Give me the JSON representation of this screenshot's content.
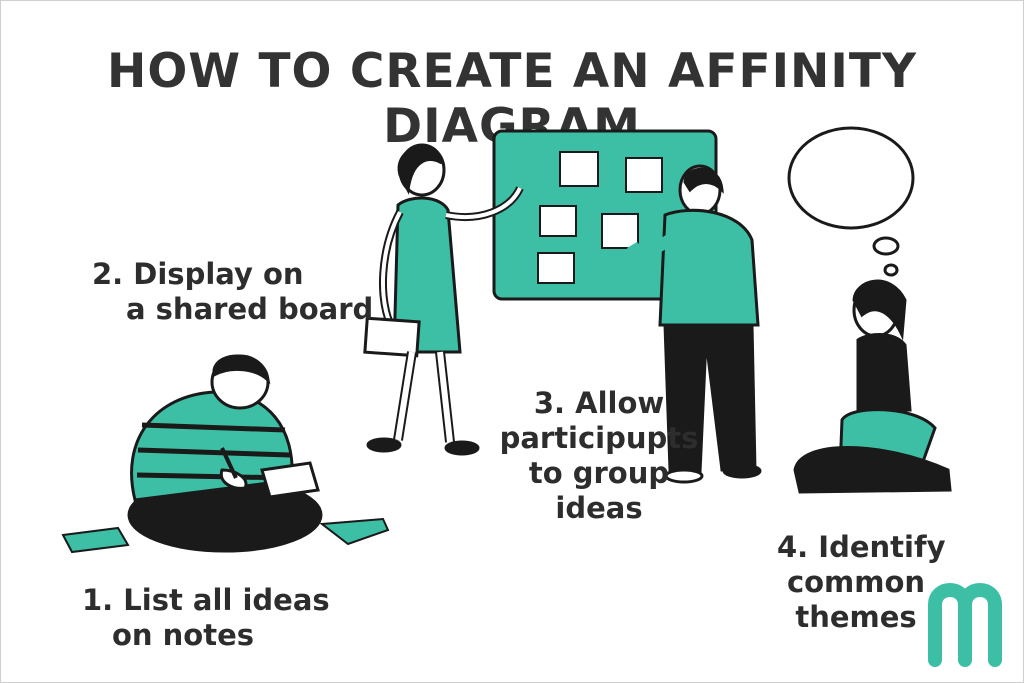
{
  "title": "HOW TO CREATE AN AFFINITY DIAGRAM",
  "steps": [
    {
      "line1": "1. List all ideas",
      "line2": "on notes"
    },
    {
      "line1": "2. Display on",
      "line2": "a shared board"
    },
    {
      "line1": "3. Allow",
      "line2": "participupts",
      "line3": "to group",
      "line4": "ideas"
    },
    {
      "line1": "4. Identify",
      "line2": "common",
      "line3": "themes"
    }
  ],
  "colors": {
    "accent": "#3dbfa5",
    "ink": "#1a1a1a",
    "text": "#2d2d2d"
  },
  "icons": [
    "person-writing-illustration",
    "person-pointing-illustration",
    "sticky-note-board-icon",
    "person-arranging-notes-illustration",
    "thought-bubble-icon",
    "person-thinking-illustration",
    "brand-logo-icon"
  ]
}
